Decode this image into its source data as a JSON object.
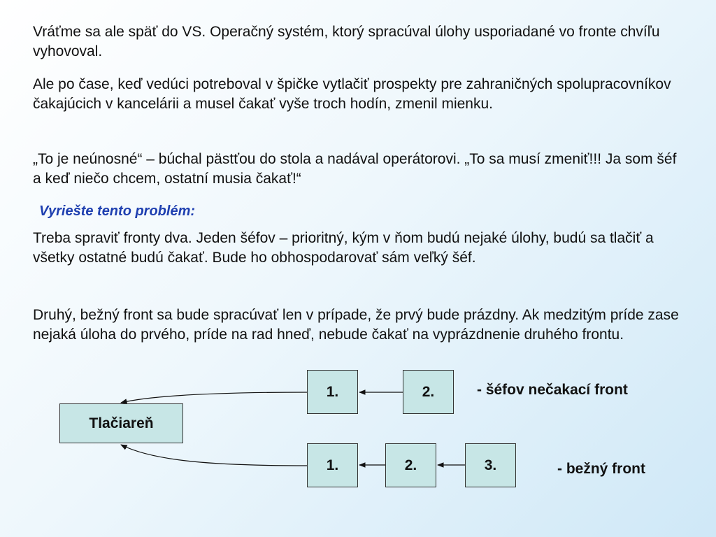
{
  "paragraphs": {
    "p1": "Vráťme sa ale späť do VS. Operačný systém, ktorý spracúval úlohy usporiadané vo fronte chvíľu vyhovoval.",
    "p2": "Ale po čase, keď vedúci potreboval v špičke vytlačiť prospekty pre zahraničných spolupracovníkov čakajúcich v kancelárii a musel čakať vyše troch hodín, zmenil mienku.",
    "p3": "„To je neúnosné“ – búchal pästťou do stola a nadával operátorovi. „To sa musí zmeniť!!! Ja som šéf a keď niečo chcem, ostatní musia čakať!“",
    "task": "Vyriešte tento problém:",
    "p4": "Treba spraviť fronty dva. Jeden šéfov – prioritný, kým v ňom budú nejaké úlohy, budú sa tlačiť a všetky ostatné budú čakať. Bude ho obhospodarovať sám veľký šéf.",
    "p5": "Druhý, bežný front sa bude spracúvať len v prípade, že prvý bude prázdny. Ak medzitým príde zase nejaká úloha do prvého, príde na rad hneď, nebude čakať na vyprázdnenie druhého frontu."
  },
  "diagram": {
    "printer": "Tlačiareň",
    "boss_queue": {
      "items": [
        "1.",
        "2."
      ],
      "label": "- šéfov nečakací front"
    },
    "normal_queue": {
      "items": [
        "1.",
        "2.",
        "3."
      ],
      "label": "- bežný front"
    }
  },
  "colors": {
    "box_fill": "#c7e6e6",
    "task_text": "#1e3fb0"
  }
}
